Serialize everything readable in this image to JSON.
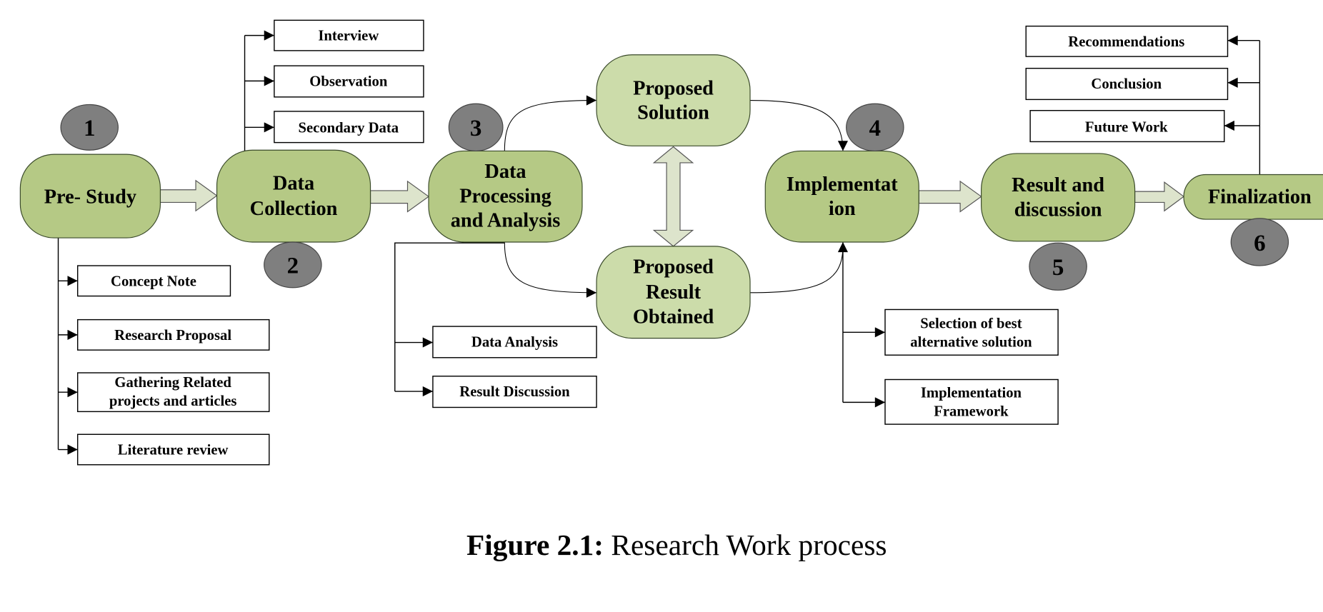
{
  "nodes": {
    "pre_study": [
      "Pre- Study"
    ],
    "data_collection": [
      "Data",
      "Collection"
    ],
    "data_processing": [
      "Data",
      "Processing",
      "and Analysis"
    ],
    "proposed_solution": [
      "Proposed",
      "Solution"
    ],
    "proposed_result": [
      "Proposed",
      "Result",
      "Obtained"
    ],
    "implementation": [
      "Implementat",
      "ion"
    ],
    "result_discussion": [
      "Result and",
      "discussion"
    ],
    "finalization": [
      "Finalization"
    ]
  },
  "badges": [
    "1",
    "2",
    "3",
    "4",
    "5",
    "6"
  ],
  "boxes": {
    "data_collection": [
      "Interview",
      "Observation",
      "Secondary Data"
    ],
    "pre_study": [
      "Concept Note",
      "Research Proposal",
      "Gathering Related",
      "projects and articles",
      "Literature review"
    ],
    "data_processing": [
      "Data Analysis",
      "Result Discussion"
    ],
    "implementation": [
      "Selection of best",
      "alternative solution",
      "Implementation",
      "Framework"
    ],
    "finalization": [
      "Recommendations",
      "Conclusion",
      "Future Work"
    ]
  },
  "caption": {
    "label": "Figure 2.1:",
    "text": " Research Work process"
  },
  "colors": {
    "main_node": "#b5c985",
    "light_node": "#ccdcaa",
    "badge": "#7f7f7f",
    "block_arrow": "#dde4cc"
  }
}
